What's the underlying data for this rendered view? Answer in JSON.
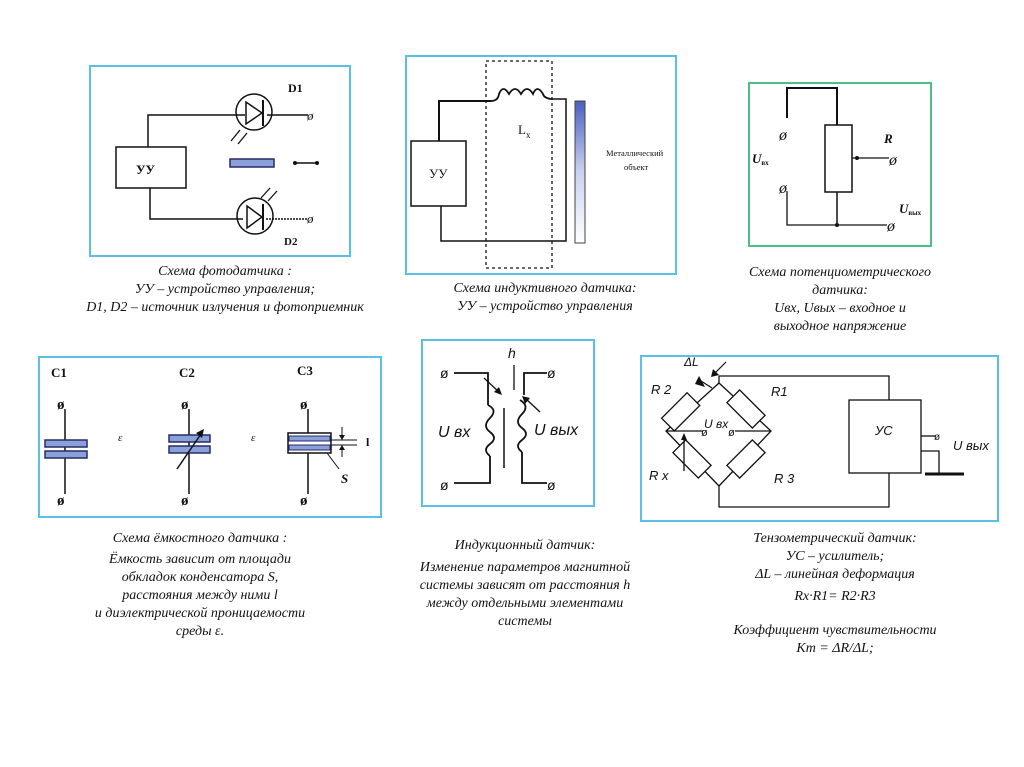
{
  "colors": {
    "panel_border_blue": "#5ac0e6",
    "panel_border_green": "#4cbf86",
    "plate_fill": "#8a9ad6",
    "wire": "#111111"
  },
  "photo_sensor": {
    "labels": {
      "d1": "D1",
      "d2": "D2",
      "control_unit": "УУ"
    },
    "caption": [
      "Схема фотодатчика :",
      "УУ – устройство управления;",
      "D1, D2 – источник излучения и фотоприемник"
    ]
  },
  "inductive_sensor": {
    "labels": {
      "control_unit": "УУ",
      "inductance": "L",
      "inductance_sub": "x",
      "metal_object": [
        "Металлический",
        "объект"
      ]
    },
    "caption": [
      "Схема индуктивного датчика:",
      "УУ – устройство управления"
    ]
  },
  "potentiometric_sensor": {
    "labels": {
      "resistor": "R",
      "u_in": "U",
      "u_in_sub": "вх",
      "u_out": "U",
      "u_out_sub": "вых"
    },
    "caption": [
      "Схема потенциометрического",
      "датчика:",
      "Uвх, Uвых – входное и",
      "выходное напряжение"
    ]
  },
  "capacitive_sensor": {
    "labels": {
      "c1": "C1",
      "c2": "C2",
      "c3": "C3",
      "epsilon": "ε",
      "gap": "l",
      "area": "S"
    },
    "caption": [
      "Схема ёмкостного датчика :",
      "Ёмкость зависит от площади",
      "обкладок конденсатора S,",
      "расстояния между ними l",
      "и диэлектрической проницаемости",
      "среды ε."
    ]
  },
  "induction_sensor": {
    "labels": {
      "gap": "h",
      "u_in": "U вх",
      "u_out": "U вых"
    },
    "caption": [
      "Индукционный датчик:",
      "Изменение параметров магнитной",
      "системы зависят от расстояния  h",
      "между отдельными элементами",
      "системы"
    ]
  },
  "strain_sensor": {
    "labels": {
      "delta_l": "ΔL",
      "r1": "R1",
      "r2": "R 2",
      "r3": "R 3",
      "rx": "R x",
      "u_in": "U вх",
      "amplifier": "УС",
      "u_out": "U вых"
    },
    "caption": [
      "Тензометрический датчик:",
      "УС – усилитель;",
      "ΔL – линейная деформация"
    ],
    "formula": "Rx·R1= R2·R3",
    "sensitivity_title": "Коэффициент чувствительности",
    "sensitivity_formula": "Kт = ΔR/ΔL;"
  }
}
